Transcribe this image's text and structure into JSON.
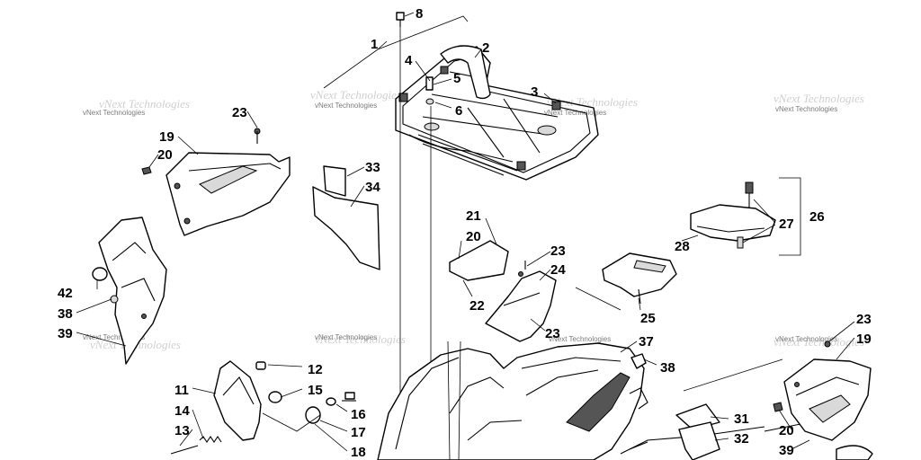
{
  "watermark": "vNext Technologies",
  "callouts": {
    "c1": "1",
    "c2": "2",
    "c3": "3",
    "c4": "4",
    "c5": "5",
    "c6": "6",
    "c8": "8",
    "c11": "11",
    "c12": "12",
    "c13": "13",
    "c14": "14",
    "c15": "15",
    "c16": "16",
    "c17": "17",
    "c18": "18",
    "c19a": "19",
    "c19b": "19",
    "c20a": "20",
    "c20b": "20",
    "c20c": "20",
    "c21": "21",
    "c22": "22",
    "c23a": "23",
    "c23b": "23",
    "c23c": "23",
    "c23d": "23",
    "c24": "24",
    "c25": "25",
    "c26": "26",
    "c27": "27",
    "c28": "28",
    "c31": "31",
    "c32": "32",
    "c33": "33",
    "c34": "34",
    "c37": "37",
    "c38a": "38",
    "c38b": "38",
    "c39a": "39",
    "c39b": "39",
    "c42": "42"
  }
}
